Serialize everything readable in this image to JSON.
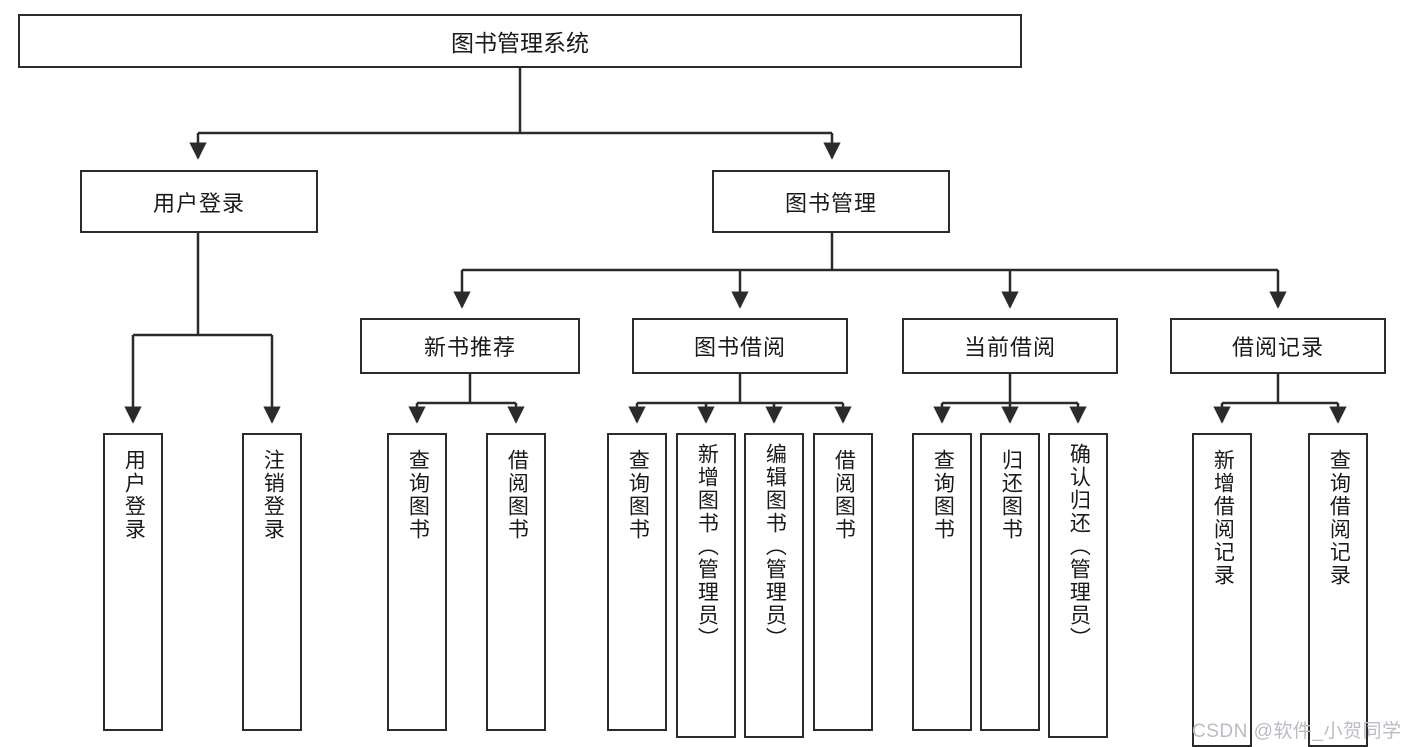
{
  "diagram": {
    "title": "图书管理系统",
    "type": "hierarchy-tree",
    "root": {
      "label": "图书管理系统"
    },
    "level1": [
      {
        "label": "用户登录"
      },
      {
        "label": "图书管理"
      }
    ],
    "level2": [
      {
        "label": "新书推荐"
      },
      {
        "label": "图书借阅"
      },
      {
        "label": "当前借阅"
      },
      {
        "label": "借阅记录"
      }
    ],
    "leaves": {
      "user_login": [
        {
          "label": "用户登录"
        },
        {
          "label": "注销登录"
        }
      ],
      "new_book_recommend": [
        {
          "label": "查询图书"
        },
        {
          "label": "借阅图书"
        }
      ],
      "book_borrow": [
        {
          "label": "查询图书"
        },
        {
          "label": "新增图书（管理员）"
        },
        {
          "label": "编辑图书（管理员）"
        },
        {
          "label": "借阅图书"
        }
      ],
      "current_borrow": [
        {
          "label": "查询图书"
        },
        {
          "label": "归还图书"
        },
        {
          "label": "确认归还（管理员）"
        }
      ],
      "borrow_record": [
        {
          "label": "新增借阅记录"
        },
        {
          "label": "查询借阅记录"
        }
      ]
    }
  },
  "watermark": {
    "text": "CSDN @软件_小贺同学"
  },
  "colors": {
    "stroke": "#2b2b2b",
    "background": "#ffffff",
    "text": "#1a1a1a",
    "watermark": "#b9bcc2"
  }
}
